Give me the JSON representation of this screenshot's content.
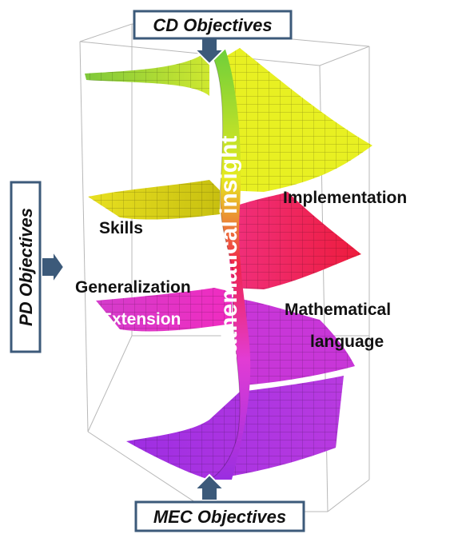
{
  "objectives": {
    "top": "CD Objectives",
    "left": "PD Objectives",
    "bottom": "MEC Objectives"
  },
  "spine_label": "Mathematical insight",
  "surface_labels": {
    "skills": "Skills",
    "implementation": "Implementation",
    "generalization": "Generalization",
    "extension": "Extension",
    "math_language_line1": "Mathematical",
    "math_language_line2": "language"
  },
  "colors": {
    "sheet_top": "#9fd63a",
    "sheet_yellow": "#e8f020",
    "sheet_red": "#f2284a",
    "sheet_magenta": "#e83cd0",
    "sheet_purple": "#a030e0",
    "box_border": "#3c5a7a",
    "frame": "#b8b8b8"
  }
}
